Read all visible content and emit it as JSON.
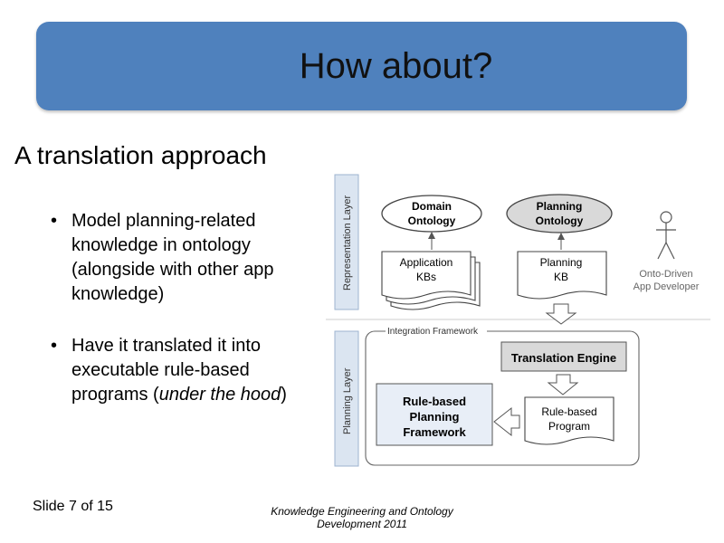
{
  "slide": {
    "title": "How about?",
    "subtitle": "A translation approach",
    "bullets": [
      {
        "text_before": "Model planning-related knowledge in ontology (alongside with other app knowledge)",
        "italic": "",
        "text_after": ""
      },
      {
        "text_before": "Have it translated it into executable rule-based programs (",
        "italic": "under the hood",
        "text_after": ")"
      }
    ],
    "bullet_glyph": "•",
    "footer": {
      "slide_number": "Slide 7 of 15",
      "course_line1": "Knowledge Engineering and Ontology",
      "course_line2": "Development 2011"
    }
  },
  "diagram": {
    "layers": {
      "representation": "Representation Layer",
      "planning": "Planning Layer"
    },
    "integration_framework": "Integration Framework",
    "domain_ontology": [
      "Domain",
      "Ontology"
    ],
    "planning_ontology": [
      "Planning",
      "Ontology"
    ],
    "application_kbs": [
      "Application",
      "KBs"
    ],
    "planning_kb": [
      "Planning",
      "KB"
    ],
    "actor": [
      "Onto-Driven",
      "App Developer"
    ],
    "translation_engine": "Translation Engine",
    "rule_based_framework": [
      "Rule-based",
      "Planning",
      "Framework"
    ],
    "rule_based_program": [
      "Rule-based",
      "Program"
    ],
    "colors": {
      "banner": "#4f81bd",
      "light_gray": "#d9d9d9",
      "framework_blue": "#e8eef7",
      "arrow": "#555555"
    }
  }
}
